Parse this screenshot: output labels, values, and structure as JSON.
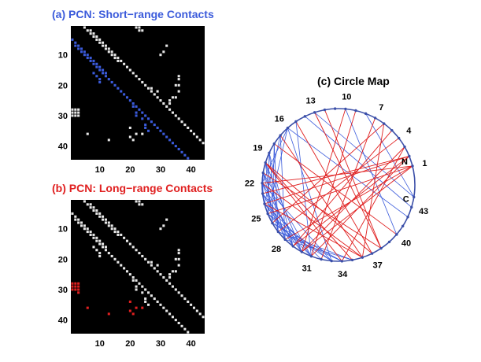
{
  "colors": {
    "short_range": "#3b5bdb",
    "long_range": "#e02020",
    "native_contact": "#e8e8e8",
    "map_background": "#000000",
    "circle_node": "#3b4fa8"
  },
  "chart_data": [
    {
      "type": "heatmap",
      "title": "(a) PCN: Short−range Contacts",
      "x_ticks": [
        "10",
        "20",
        "30",
        "40"
      ],
      "y_ticks": [
        "10",
        "20",
        "30",
        "40"
      ],
      "range": [
        1,
        44
      ],
      "highlight_color": "#3b5bdb",
      "native_contacts": [
        [
          1,
          5
        ],
        [
          2,
          6
        ],
        [
          2,
          7
        ],
        [
          3,
          7
        ],
        [
          3,
          8
        ],
        [
          4,
          8
        ],
        [
          4,
          9
        ],
        [
          5,
          9
        ],
        [
          5,
          10
        ],
        [
          6,
          10
        ],
        [
          6,
          11
        ],
        [
          7,
          11
        ],
        [
          7,
          12
        ],
        [
          8,
          12
        ],
        [
          8,
          13
        ],
        [
          9,
          13
        ],
        [
          9,
          14
        ],
        [
          10,
          14
        ],
        [
          10,
          15
        ],
        [
          11,
          15
        ],
        [
          11,
          16
        ],
        [
          12,
          16
        ],
        [
          12,
          17
        ],
        [
          13,
          18
        ],
        [
          14,
          19
        ],
        [
          15,
          20
        ],
        [
          16,
          21
        ],
        [
          17,
          22
        ],
        [
          18,
          23
        ],
        [
          19,
          24
        ],
        [
          20,
          25
        ],
        [
          21,
          26
        ],
        [
          22,
          27
        ],
        [
          23,
          28
        ],
        [
          24,
          29
        ],
        [
          25,
          30
        ],
        [
          26,
          31
        ],
        [
          27,
          32
        ],
        [
          28,
          33
        ],
        [
          29,
          34
        ],
        [
          30,
          35
        ],
        [
          31,
          36
        ],
        [
          32,
          37
        ],
        [
          33,
          38
        ],
        [
          34,
          39
        ],
        [
          35,
          40
        ],
        [
          36,
          41
        ],
        [
          37,
          42
        ],
        [
          38,
          43
        ],
        [
          39,
          44
        ],
        [
          2,
          23
        ],
        [
          2,
          24
        ],
        [
          1,
          22
        ],
        [
          1,
          23
        ],
        [
          7,
          32
        ],
        [
          9,
          31
        ],
        [
          10,
          30
        ],
        [
          17,
          36
        ],
        [
          18,
          36
        ],
        [
          20,
          35
        ],
        [
          20,
          36
        ],
        [
          22,
          36
        ],
        [
          24,
          34
        ],
        [
          24,
          35
        ],
        [
          25,
          33
        ],
        [
          26,
          33
        ],
        [
          21,
          27
        ],
        [
          22,
          29
        ],
        [
          28,
          1
        ],
        [
          28,
          2
        ],
        [
          28,
          3
        ],
        [
          29,
          1
        ],
        [
          29,
          2
        ],
        [
          29,
          3
        ],
        [
          30,
          1
        ],
        [
          30,
          2
        ],
        [
          30,
          3
        ],
        [
          36,
          6
        ],
        [
          38,
          13
        ],
        [
          37,
          20
        ],
        [
          38,
          21
        ],
        [
          36,
          22
        ],
        [
          36,
          24
        ],
        [
          34,
          20
        ]
      ],
      "highlighted_contacts": [
        [
          5,
          1
        ],
        [
          6,
          2
        ],
        [
          7,
          2
        ],
        [
          7,
          3
        ],
        [
          8,
          3
        ],
        [
          8,
          4
        ],
        [
          9,
          4
        ],
        [
          9,
          5
        ],
        [
          10,
          5
        ],
        [
          10,
          6
        ],
        [
          11,
          6
        ],
        [
          11,
          7
        ],
        [
          12,
          7
        ],
        [
          12,
          8
        ],
        [
          13,
          8
        ],
        [
          13,
          9
        ],
        [
          14,
          9
        ],
        [
          14,
          10
        ],
        [
          15,
          10
        ],
        [
          15,
          11
        ],
        [
          16,
          11
        ],
        [
          16,
          12
        ],
        [
          17,
          12
        ],
        [
          18,
          13
        ],
        [
          19,
          14
        ],
        [
          20,
          15
        ],
        [
          21,
          16
        ],
        [
          22,
          17
        ],
        [
          23,
          18
        ],
        [
          24,
          19
        ],
        [
          25,
          20
        ],
        [
          26,
          21
        ],
        [
          27,
          22
        ],
        [
          28,
          23
        ],
        [
          29,
          24
        ],
        [
          30,
          25
        ],
        [
          31,
          26
        ],
        [
          32,
          27
        ],
        [
          33,
          28
        ],
        [
          34,
          29
        ],
        [
          35,
          30
        ],
        [
          36,
          31
        ],
        [
          37,
          32
        ],
        [
          38,
          33
        ],
        [
          39,
          34
        ],
        [
          40,
          35
        ],
        [
          41,
          36
        ],
        [
          42,
          37
        ],
        [
          43,
          38
        ],
        [
          44,
          39
        ],
        [
          16,
          8
        ],
        [
          17,
          9
        ],
        [
          18,
          10
        ],
        [
          19,
          10
        ],
        [
          27,
          21
        ],
        [
          29,
          22
        ],
        [
          30,
          22
        ],
        [
          31,
          24
        ],
        [
          33,
          25
        ],
        [
          34,
          25
        ],
        [
          35,
          26
        ]
      ]
    },
    {
      "type": "heatmap",
      "title": "(b) PCN: Long−range Contacts",
      "x_ticks": [
        "10",
        "20",
        "30",
        "40"
      ],
      "y_ticks": [
        "10",
        "20",
        "30",
        "40"
      ],
      "range": [
        1,
        44
      ],
      "highlight_color": "#e02020",
      "native_contacts": [
        [
          1,
          5
        ],
        [
          2,
          6
        ],
        [
          2,
          7
        ],
        [
          3,
          7
        ],
        [
          3,
          8
        ],
        [
          4,
          8
        ],
        [
          4,
          9
        ],
        [
          5,
          9
        ],
        [
          5,
          10
        ],
        [
          6,
          10
        ],
        [
          6,
          11
        ],
        [
          7,
          11
        ],
        [
          7,
          12
        ],
        [
          8,
          12
        ],
        [
          8,
          13
        ],
        [
          9,
          13
        ],
        [
          9,
          14
        ],
        [
          10,
          14
        ],
        [
          10,
          15
        ],
        [
          11,
          15
        ],
        [
          11,
          16
        ],
        [
          12,
          16
        ],
        [
          12,
          17
        ],
        [
          13,
          18
        ],
        [
          14,
          19
        ],
        [
          15,
          20
        ],
        [
          16,
          21
        ],
        [
          17,
          22
        ],
        [
          18,
          23
        ],
        [
          19,
          24
        ],
        [
          20,
          25
        ],
        [
          21,
          26
        ],
        [
          22,
          27
        ],
        [
          23,
          28
        ],
        [
          24,
          29
        ],
        [
          25,
          30
        ],
        [
          26,
          31
        ],
        [
          27,
          32
        ],
        [
          28,
          33
        ],
        [
          29,
          34
        ],
        [
          30,
          35
        ],
        [
          31,
          36
        ],
        [
          32,
          37
        ],
        [
          33,
          38
        ],
        [
          34,
          39
        ],
        [
          35,
          40
        ],
        [
          36,
          41
        ],
        [
          37,
          42
        ],
        [
          38,
          43
        ],
        [
          39,
          44
        ],
        [
          2,
          23
        ],
        [
          2,
          24
        ],
        [
          1,
          22
        ],
        [
          1,
          23
        ],
        [
          7,
          32
        ],
        [
          9,
          31
        ],
        [
          10,
          30
        ],
        [
          17,
          36
        ],
        [
          18,
          36
        ],
        [
          20,
          35
        ],
        [
          20,
          36
        ],
        [
          22,
          36
        ],
        [
          24,
          34
        ],
        [
          24,
          35
        ],
        [
          25,
          33
        ],
        [
          26,
          33
        ],
        [
          21,
          27
        ],
        [
          22,
          29
        ],
        [
          5,
          1
        ],
        [
          6,
          2
        ],
        [
          7,
          2
        ],
        [
          7,
          3
        ],
        [
          8,
          3
        ],
        [
          8,
          4
        ],
        [
          9,
          4
        ],
        [
          9,
          5
        ],
        [
          10,
          5
        ],
        [
          10,
          6
        ],
        [
          11,
          6
        ],
        [
          11,
          7
        ],
        [
          12,
          7
        ],
        [
          12,
          8
        ],
        [
          13,
          8
        ],
        [
          13,
          9
        ],
        [
          14,
          9
        ],
        [
          14,
          10
        ],
        [
          15,
          10
        ],
        [
          15,
          11
        ],
        [
          16,
          11
        ],
        [
          16,
          12
        ],
        [
          17,
          12
        ],
        [
          18,
          13
        ],
        [
          19,
          14
        ],
        [
          20,
          15
        ],
        [
          21,
          16
        ],
        [
          22,
          17
        ],
        [
          23,
          18
        ],
        [
          24,
          19
        ],
        [
          25,
          20
        ],
        [
          26,
          21
        ],
        [
          27,
          22
        ],
        [
          28,
          23
        ],
        [
          29,
          24
        ],
        [
          30,
          25
        ],
        [
          31,
          26
        ],
        [
          32,
          27
        ],
        [
          33,
          28
        ],
        [
          34,
          29
        ],
        [
          35,
          30
        ],
        [
          36,
          31
        ],
        [
          37,
          32
        ],
        [
          38,
          33
        ],
        [
          39,
          34
        ],
        [
          40,
          35
        ],
        [
          41,
          36
        ],
        [
          42,
          37
        ],
        [
          43,
          38
        ],
        [
          44,
          39
        ],
        [
          16,
          8
        ],
        [
          17,
          9
        ],
        [
          18,
          10
        ],
        [
          19,
          10
        ],
        [
          27,
          21
        ],
        [
          29,
          22
        ],
        [
          30,
          22
        ],
        [
          31,
          24
        ],
        [
          33,
          25
        ],
        [
          34,
          25
        ],
        [
          35,
          26
        ]
      ],
      "highlighted_contacts": [
        [
          28,
          1
        ],
        [
          28,
          2
        ],
        [
          28,
          3
        ],
        [
          29,
          1
        ],
        [
          29,
          2
        ],
        [
          29,
          3
        ],
        [
          30,
          1
        ],
        [
          30,
          2
        ],
        [
          30,
          3
        ],
        [
          31,
          3
        ],
        [
          36,
          6
        ],
        [
          38,
          13
        ],
        [
          37,
          20
        ],
        [
          38,
          21
        ],
        [
          36,
          22
        ],
        [
          36,
          24
        ],
        [
          34,
          20
        ]
      ]
    },
    {
      "type": "circle",
      "title": "(c) Circle Map",
      "n_nodes": 44,
      "node_labels": [
        "1",
        "4",
        "7",
        "10",
        "13",
        "16",
        "19",
        "22",
        "25",
        "28",
        "31",
        "34",
        "37",
        "40",
        "43"
      ],
      "node_label_indices": [
        1,
        4,
        7,
        10,
        13,
        16,
        19,
        22,
        25,
        28,
        31,
        34,
        37,
        40,
        43
      ],
      "terminal_labels": {
        "n": "N",
        "c": "C"
      },
      "short_range_edges": [
        [
          18,
          26
        ],
        [
          18,
          27
        ],
        [
          19,
          25
        ],
        [
          19,
          27
        ],
        [
          20,
          26
        ],
        [
          20,
          28
        ],
        [
          21,
          27
        ],
        [
          21,
          29
        ],
        [
          22,
          28
        ],
        [
          22,
          30
        ],
        [
          23,
          29
        ],
        [
          23,
          31
        ],
        [
          24,
          30
        ],
        [
          24,
          32
        ],
        [
          25,
          31
        ],
        [
          25,
          33
        ],
        [
          26,
          33
        ],
        [
          26,
          34
        ],
        [
          27,
          34
        ],
        [
          27,
          35
        ],
        [
          28,
          35
        ],
        [
          16,
          22
        ],
        [
          17,
          24
        ],
        [
          16,
          25
        ],
        [
          17,
          28
        ],
        [
          19,
          29
        ],
        [
          20,
          30
        ],
        [
          15,
          31
        ],
        [
          16,
          33
        ],
        [
          21,
          31
        ],
        [
          22,
          33
        ],
        [
          13,
          44
        ],
        [
          14,
          43
        ],
        [
          16,
          42
        ],
        [
          10,
          40
        ],
        [
          8,
          44
        ],
        [
          22,
          24
        ],
        [
          21,
          23
        ]
      ],
      "long_range_edges": [
        [
          1,
          28
        ],
        [
          2,
          29
        ],
        [
          2,
          31
        ],
        [
          3,
          30
        ],
        [
          1,
          30
        ],
        [
          6,
          36
        ],
        [
          13,
          38
        ],
        [
          20,
          37
        ],
        [
          21,
          38
        ],
        [
          22,
          36
        ],
        [
          24,
          36
        ],
        [
          20,
          34
        ],
        [
          1,
          22
        ],
        [
          2,
          23
        ],
        [
          2,
          24
        ],
        [
          7,
          32
        ],
        [
          9,
          31
        ],
        [
          10,
          30
        ],
        [
          17,
          36
        ],
        [
          20,
          35
        ],
        [
          4,
          27
        ],
        [
          5,
          29
        ],
        [
          3,
          34
        ],
        [
          12,
          38
        ],
        [
          15,
          37
        ],
        [
          18,
          40
        ],
        [
          1,
          25
        ],
        [
          6,
          26
        ]
      ]
    }
  ]
}
